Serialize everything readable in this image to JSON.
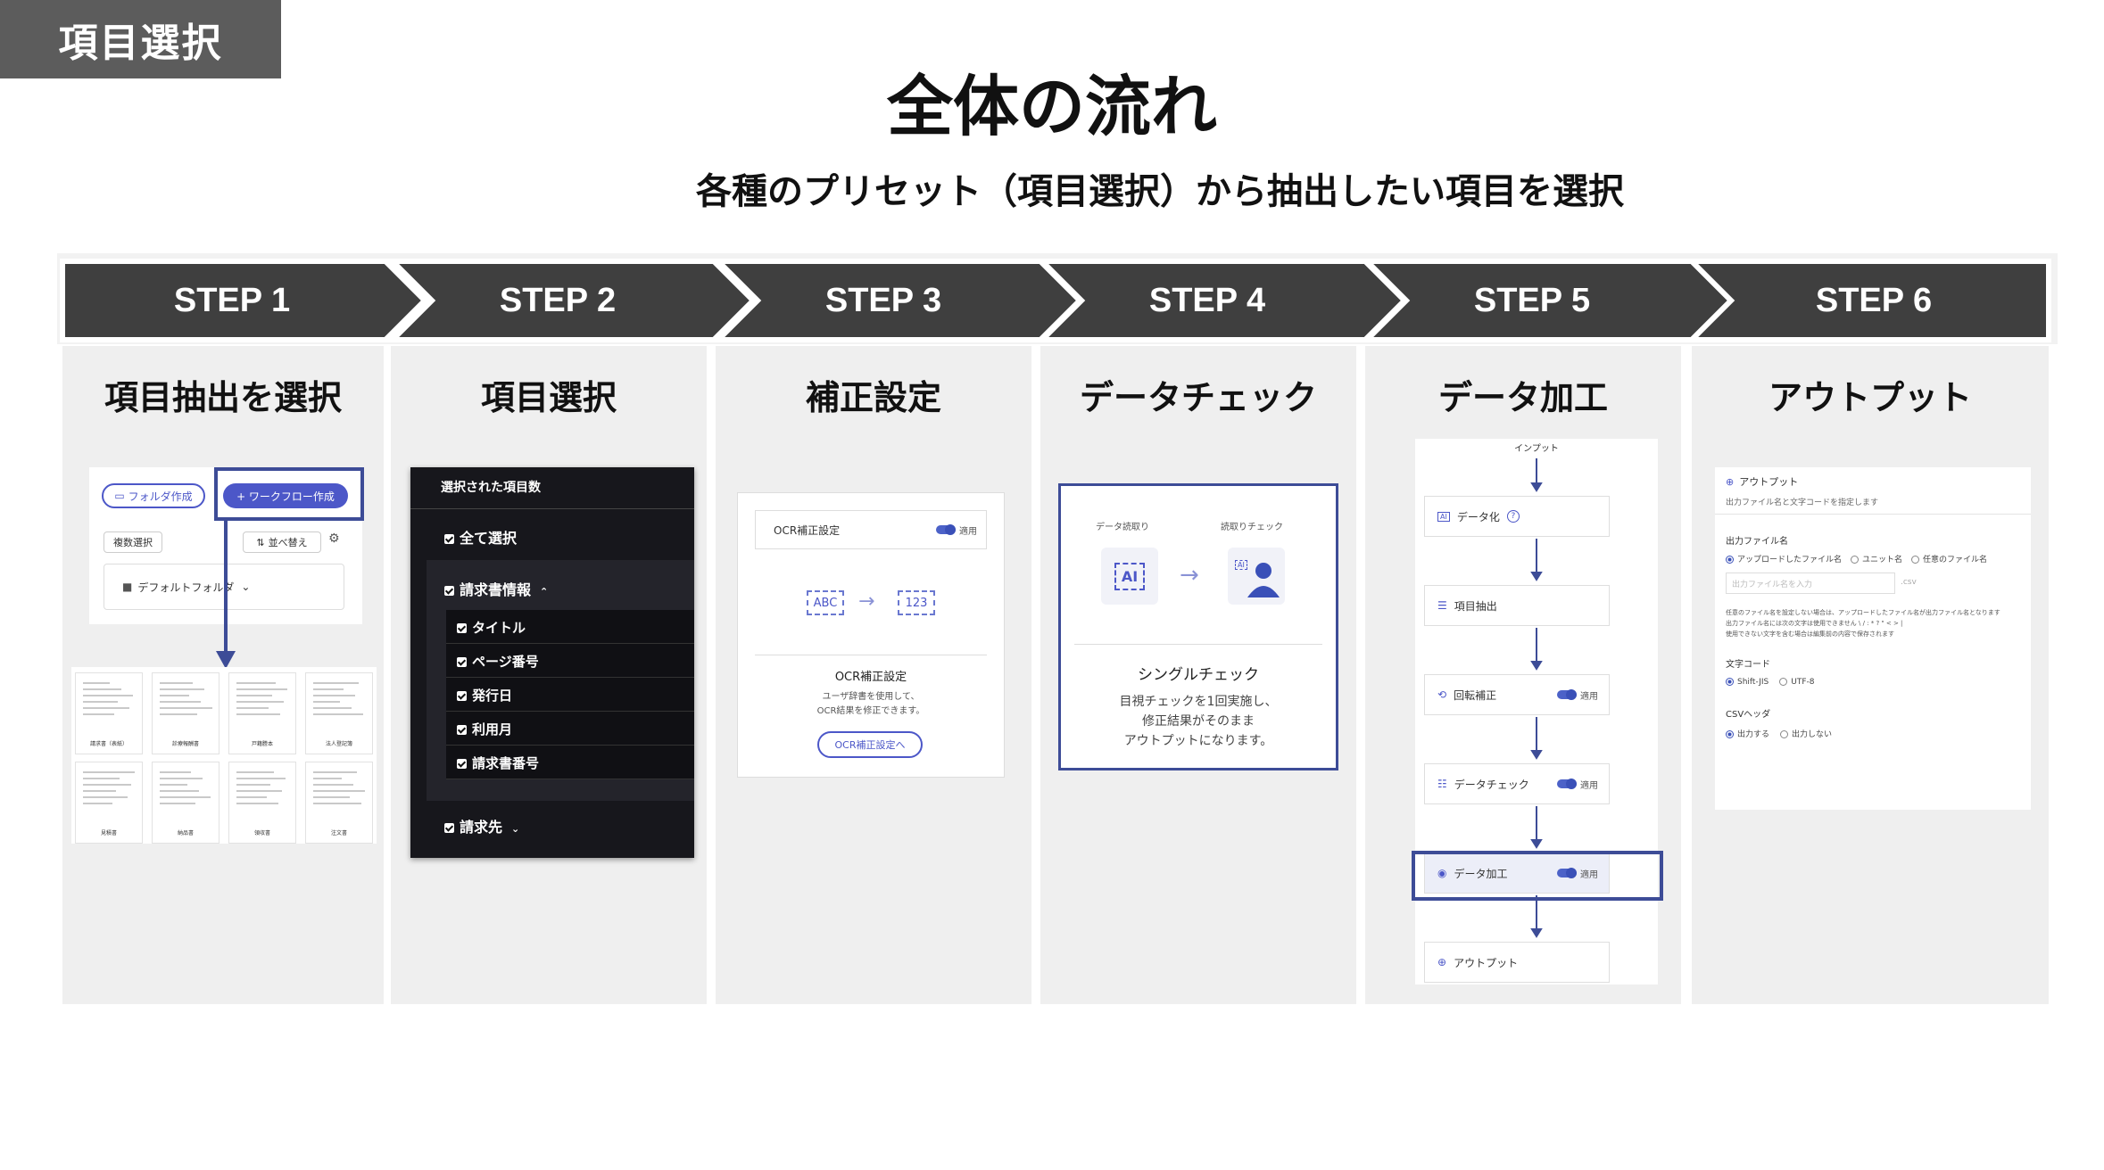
{
  "corner_label": "項目選択",
  "title": "全体の流れ",
  "subtitle": "各種のプリセット（項目選択）から抽出したい項目を選択",
  "colors": {
    "band": "#3f3f3f",
    "column_bg": "#efefef",
    "accent": "#4c57c8"
  },
  "steps": [
    {
      "label": "STEP 1",
      "heading": "項目抽出を選択"
    },
    {
      "label": "STEP 2",
      "heading": "項目選択"
    },
    {
      "label": "STEP 3",
      "heading": "補正設定"
    },
    {
      "label": "STEP 4",
      "heading": "データチェック"
    },
    {
      "label": "STEP 5",
      "heading": "データ加工"
    },
    {
      "label": "STEP 6",
      "heading": "アウトプット"
    }
  ],
  "step1": {
    "folder_btn": "フォルダ作成",
    "workflow_btn": "+ ワークフロー作成",
    "multi_select": "複数選択",
    "sort": "並べ替え",
    "default_folder": "デフォルトフォルダ",
    "docs": [
      "請求書（表紙）",
      "診療報酬書",
      "戸籍謄本",
      "法人登記簿",
      "見積書",
      "納品書",
      "領収書",
      "注文書"
    ]
  },
  "step2": {
    "header": "選択された項目数",
    "select_all": "全て選択",
    "group": "請求書情報",
    "items": [
      "タイトル",
      "ページ番号",
      "発行日",
      "利用月",
      "請求書番号"
    ],
    "group2": "請求先"
  },
  "step3": {
    "row_label": "OCR補正設定",
    "toggle_label": "適用",
    "abc": "ABC",
    "num": "123",
    "card_title": "OCR補正設定",
    "desc1": "ユーザ辞書を使用して、",
    "desc2": "OCR結果を修正できます。",
    "button": "OCR補正設定へ"
  },
  "step4": {
    "read_label": "データ読取り",
    "check_label": "読取りチェック",
    "ai": "AI",
    "ai_small": "AI",
    "title": "シングルチェック",
    "desc1": "目視チェックを1回実施し、",
    "desc2": "修正結果がそのまま",
    "desc3": "アウトプットになります。"
  },
  "step5": {
    "input": "インプット",
    "nodes": [
      "データ化",
      "項目抽出",
      "回転補正",
      "データチェック",
      "データ加工",
      "アウトプット"
    ],
    "apply": "適用",
    "help": "?"
  },
  "step6": {
    "title": "アウトプット",
    "subtitle": "出力ファイル名と文字コードを指定します",
    "filename_label": "出力ファイル名",
    "filename_options": [
      "アップロードしたファイル名",
      "ユニット名",
      "任意のファイル名"
    ],
    "filename_placeholder": "出力ファイル名を入力",
    "ext": ".csv",
    "note1": "任意のファイル名を設定しない場合は、アップロードしたファイル名が出力ファイル名となります",
    "note2": "出力ファイル名には次の文字は使用できません \\ / : * ? \" < > |",
    "note3": "使用できない文字を含む場合は編集前の内容で保存されます",
    "encoding_label": "文字コード",
    "encoding_options": [
      "Shift-JIS",
      "UTF-8"
    ],
    "header_label": "CSVヘッダ",
    "header_options": [
      "出力する",
      "出力しない"
    ]
  }
}
